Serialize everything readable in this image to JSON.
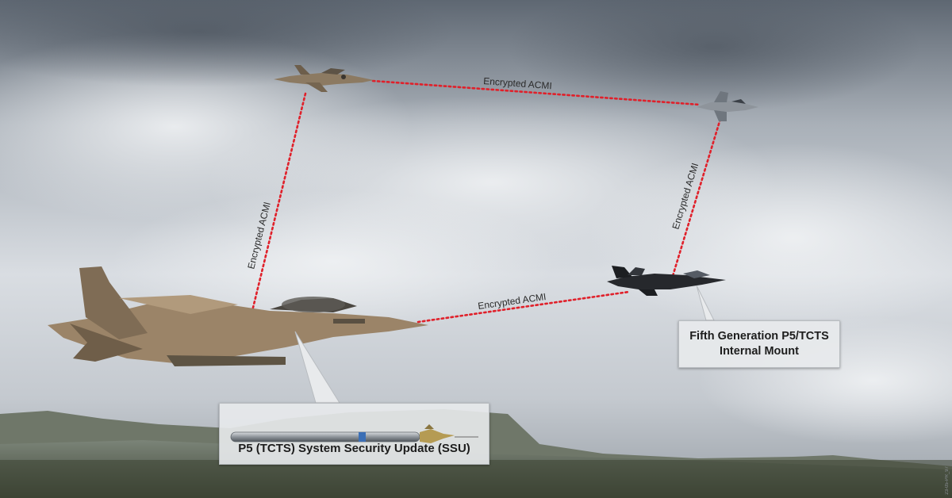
{
  "links": {
    "top": "Encrypted ACMI",
    "left": "Encrypted ACMI",
    "right": "Encrypted ACMI",
    "bottom": "Encrypted ACMI"
  },
  "callouts": {
    "ssu": "P5 (TCTS) System Security Update (SSU)",
    "fifth_gen_line1": "Fifth Generation P5/TCTS",
    "fifth_gen_line2": "Internal Mount"
  },
  "credit": "23-05-PR_97",
  "colors": {
    "link_dots": "#e0202a",
    "sky_light": "#dfe3e7",
    "sky_dark": "#6d7681",
    "callout_bg": "#e8eaec",
    "f15_tan": "#9b8468",
    "f35_dark": "#2a2c30"
  },
  "icons": [
    "f15-jet-lead",
    "f15-jet-top",
    "f35-jet-top-right",
    "f35-jet-right",
    "pod-missile"
  ]
}
